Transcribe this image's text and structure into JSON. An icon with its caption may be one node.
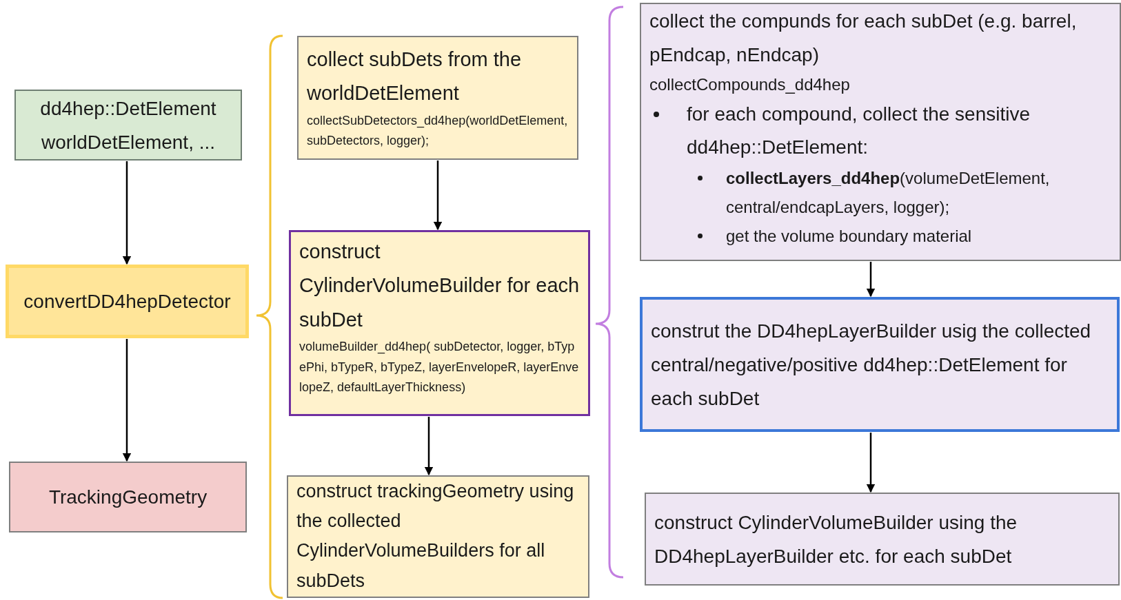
{
  "diagram": {
    "nodes": [
      {
        "text": [
          "dd4hep::DetElement worldDetElement, ..."
        ]
      },
      {
        "text": [
          "convertDD4hepDetector"
        ]
      },
      {
        "text": [
          "TrackingGeometry"
        ]
      },
      {
        "text": [
          "collect subDets from the worldDetElement",
          "collectSubDetectors_dd4hep(worldDetElement, subDetectors, logger);"
        ]
      },
      {
        "text": [
          "construct CylinderVolumeBuilder  for each subDet",
          "volumeBuilder_dd4hep( subDetector, logger, bTypePhi, bTypeR, bTypeZ, layerEnvelopeR, layerEnvelopeZ, defaultLayerThickness)"
        ]
      },
      {
        "text": [
          "construct trackingGeometry using the collected CylinderVolumeBuilders for all subDets"
        ]
      },
      {
        "text": [
          "collect the compunds for each subDet (e.g. barrel, pEndcap, nEndcap)",
          "collectCompounds_dd4hep",
          "for each compound, collect the sensitive dd4hep::DetElement:",
          "**collectLayers_dd4hep**(volumeDetElement, central/endcapLayers, logger);",
          "get the volume boundary material"
        ]
      },
      {
        "text": [
          "construt the DD4hepLayerBuilder usig the collected central/negative/positive dd4hep::DetElement for each subDet"
        ]
      },
      {
        "text": [
          "construct CylinderVolumeBuilder using the DD4hepLayerBuilder etc. for each subDet"
        ]
      }
    ],
    "edges": [
      {
        "from": 0,
        "to": 1,
        "arrow": "to"
      },
      {
        "from": 1,
        "to": 2,
        "arrow": "to"
      },
      {
        "from": 3,
        "to": 4,
        "arrow": "to"
      },
      {
        "from": 4,
        "to": 5,
        "arrow": "to"
      },
      {
        "from": 6,
        "to": 7,
        "arrow": "to"
      },
      {
        "from": 7,
        "to": 8,
        "arrow": "to"
      }
    ]
  }
}
